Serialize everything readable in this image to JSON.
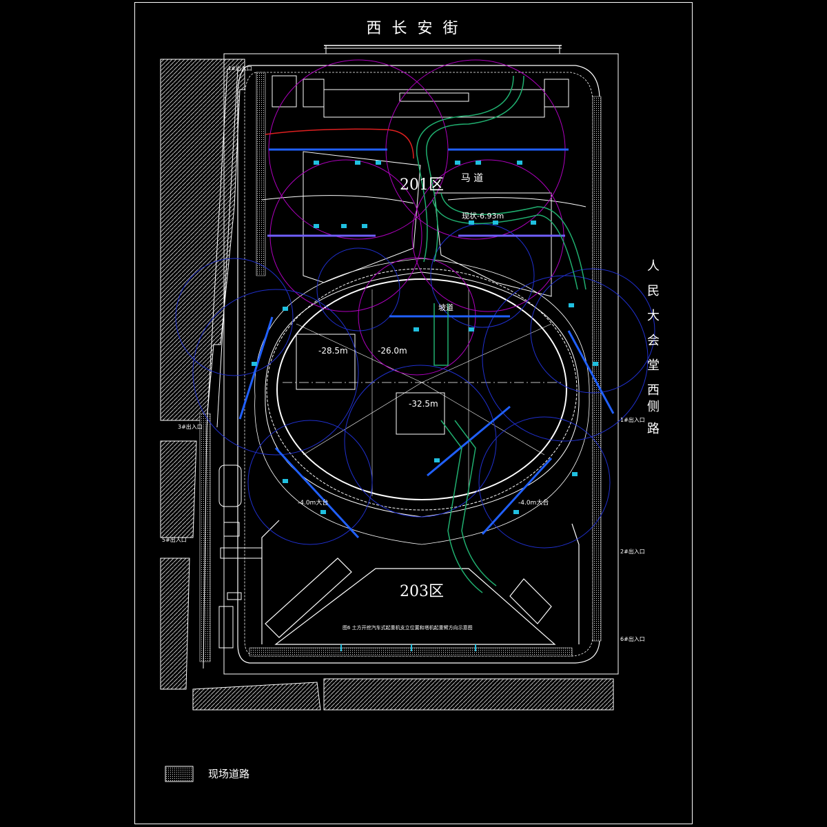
{
  "street_north": "西  长  安  街",
  "street_east": [
    "人",
    "民",
    "大",
    "会",
    "堂",
    "西",
    "侧",
    "路"
  ],
  "zone_201": "201区",
  "zone_203": "203区",
  "horse_road": "马 道",
  "elev_current": "现状-6.93m",
  "elev_a": "-28.5m",
  "elev_b": "-26.0m",
  "elev_c": "-32.5m",
  "entrance_n": "4#出入口",
  "entrance_e1": "1#出入口",
  "entrance_e2": "2#出入口",
  "entrance_e3": "6#出入口",
  "entrance_w1": "3#出入口",
  "entrance_w2": "5#出入口",
  "platform_left": "-4.0m大台",
  "platform_right": "-4.0m大台",
  "ramp_label": "坡道",
  "figure_caption": "图6  土方开挖汽车式起重机支立位置和塔机起重臂方向示意图",
  "legend_label": "现场道路"
}
